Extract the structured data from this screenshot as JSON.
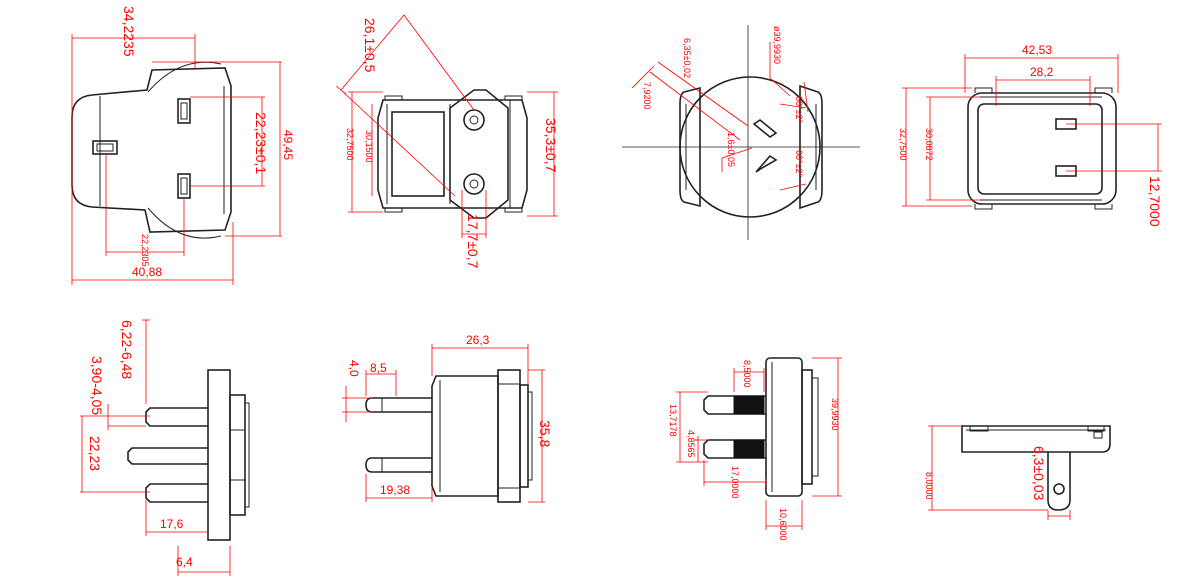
{
  "dimensions": {
    "uk_front_width_top": "34,2235",
    "uk_front_height": "49,45",
    "uk_front_pin_spacing": "22,23±0,1",
    "uk_front_bottom_inner": "22,2305",
    "uk_front_bottom_width": "40,88",
    "eu_front_diag": "26,1±0,5",
    "eu_front_h_outer": "32,7500",
    "eu_front_h_inner": "30,1500",
    "eu_front_height": "35,3±0,7",
    "eu_front_pin": "17,7±0,7",
    "round_pin_dia": "6,35±0,02",
    "round_diameter": "ø39,9930",
    "round_offset": "7,9200",
    "round_angle_top": "60°±2°",
    "round_angle_bottom": "60°±2°",
    "round_slot_width": "1,6±0,05",
    "us_front_width": "42,53",
    "us_front_pin_span": "28,2",
    "us_front_h_outer": "32,7500",
    "us_front_h_inner": "30,0872",
    "us_front_pin_spacing": "12,7000",
    "uk_side_pin_a": "6,22-6,48",
    "uk_side_pin_b": "3,90-4,05",
    "uk_side_pin_spacing": "22,23",
    "uk_side_length": "17,6",
    "uk_side_depth": "6,4",
    "eu_side_width": "26,3",
    "eu_side_pin_dia": "4,0",
    "eu_side_pin_tip": "8,5",
    "eu_side_height": "35,8",
    "eu_side_pin_length": "19,38",
    "au_side_band": "8,5000",
    "au_side_pin_spacing": "13,7178",
    "au_side_pin_dia": "4,8565",
    "au_side_length": "17,0000",
    "au_side_height": "39,9930",
    "au_side_depth": "10,6000",
    "us_side_height": "8,0000",
    "us_side_pin": "6,3±0,03"
  }
}
